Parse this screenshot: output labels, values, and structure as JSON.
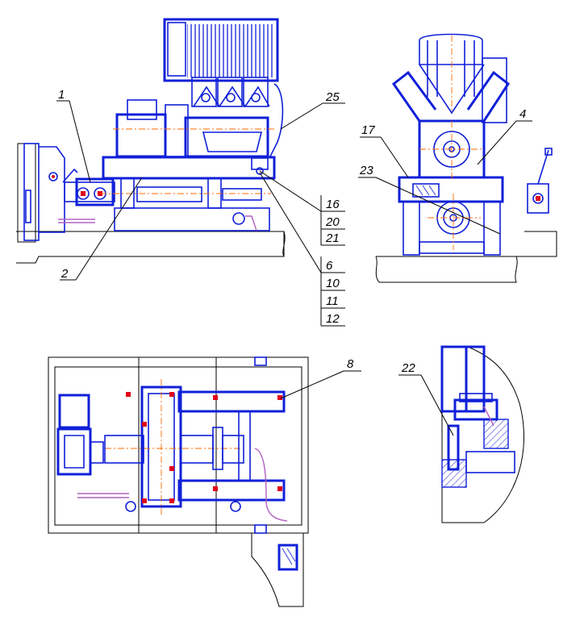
{
  "callouts": {
    "c1": "1",
    "c2": "2",
    "c4": "4",
    "c6": "6",
    "c8": "8",
    "c10": "10",
    "c11": "11",
    "c12": "12",
    "c16": "16",
    "c17": "17",
    "c20": "20",
    "c21": "21",
    "c22": "22",
    "c23": "23",
    "c25": "25"
  },
  "colors": {
    "drawing_lines": "#1020d8",
    "center_lines": "#ff6a00",
    "pipes": "#b060c0",
    "markers": "#e0001a",
    "leaders": "#000000"
  }
}
